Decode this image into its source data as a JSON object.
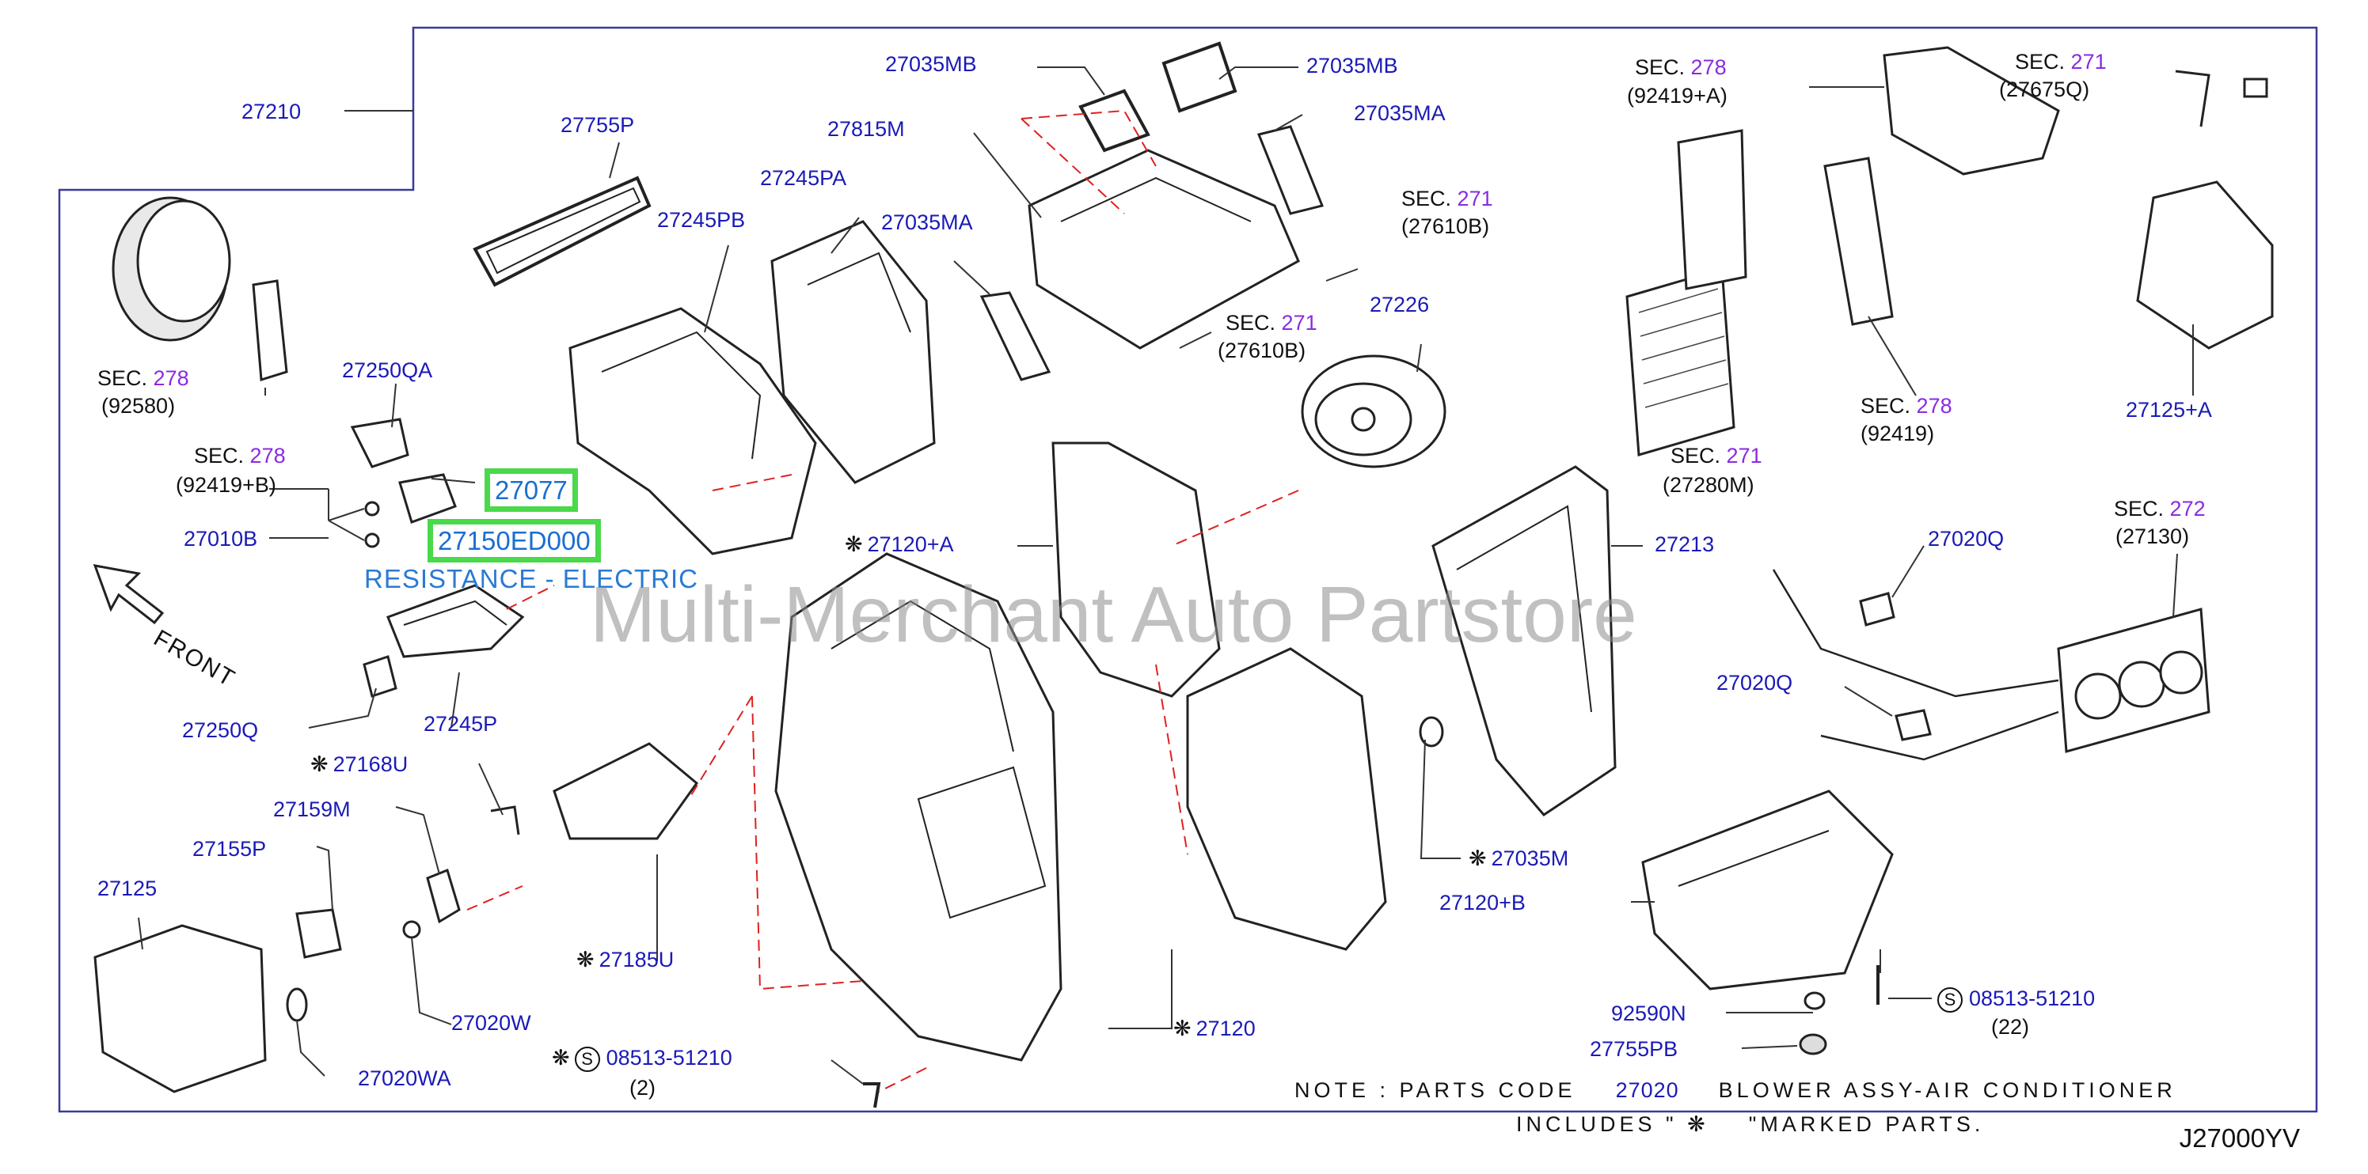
{
  "colors": {
    "label_blue": "#1a1ab8",
    "section_purple": "#8a2be2",
    "highlight_green": "#4ad94a",
    "highlight_text": "#1a6fd1",
    "leader_red": "#e02020",
    "line_gray": "#333333"
  },
  "highlight": {
    "part_a": "27077",
    "part_b": "27150ED000",
    "description": "RESISTANCE - ELECTRIC"
  },
  "watermark": "Multi-Merchant Auto Partstore",
  "front_label": "FRONT",
  "figure_code": "J27000YV",
  "sections": {
    "s1": {
      "prefix": "SEC.",
      "num": "278",
      "code": "(92580)"
    },
    "s2": {
      "prefix": "SEC.",
      "num": "278",
      "code": "(92419+B)"
    },
    "s3": {
      "prefix": "SEC.",
      "num": "271",
      "code": "(27610B)"
    },
    "s4": {
      "prefix": "SEC.",
      "num": "271",
      "code": "(27610B)"
    },
    "s5": {
      "prefix": "SEC.",
      "num": "278",
      "code": "(92419+A)"
    },
    "s6": {
      "prefix": "SEC.",
      "num": "271",
      "code": "(27675Q)"
    },
    "s7": {
      "prefix": "SEC.",
      "num": "278",
      "code": "(92419)"
    },
    "s8": {
      "prefix": "SEC.",
      "num": "271",
      "code": "(27280M)"
    },
    "s9": {
      "prefix": "SEC.",
      "num": "272",
      "code": "(27130)"
    }
  },
  "parts": {
    "p27210": "27210",
    "p27755P": "27755P",
    "p27245PB": "27245PB",
    "p27245PA": "27245PA",
    "p27035MB_a": "27035MB",
    "p27035MB_b": "27035MB",
    "p27815M": "27815M",
    "p27035MA_a": "27035MA",
    "p27035MA_b": "27035MA",
    "p27250QA": "27250QA",
    "p27010B": "27010B",
    "p27226": "27226",
    "p27120A": "27120+A",
    "p27213": "27213",
    "p27020Q_a": "27020Q",
    "p27020Q_b": "27020Q",
    "p27125A": "27125+A",
    "p27250Q": "27250Q",
    "p27245P": "27245P",
    "p27168U": "27168U",
    "p27159M": "27159M",
    "p27155P": "27155P",
    "p27125": "27125",
    "p27185U": "27185U",
    "p27020W": "27020W",
    "p27020WA": "27020WA",
    "p08513a": "08513-51210",
    "p08513a_qty": "(2)",
    "p27120": "27120",
    "p27035M": "27035M",
    "p27120B": "27120+B",
    "p92590N": "92590N",
    "p27755PB": "27755PB",
    "p08513b": "08513-51210",
    "p08513b_qty": "(22)"
  },
  "symbols": {
    "star": "❋",
    "s": "S"
  },
  "note": {
    "prefix": "NOTE  : PARTS  CODE",
    "code": "27020",
    "suffix": "BLOWER  ASSY-AIR  CONDITIONER",
    "line2a": "INCLUDES  \"",
    "line2b": "\"MARKED  PARTS."
  }
}
